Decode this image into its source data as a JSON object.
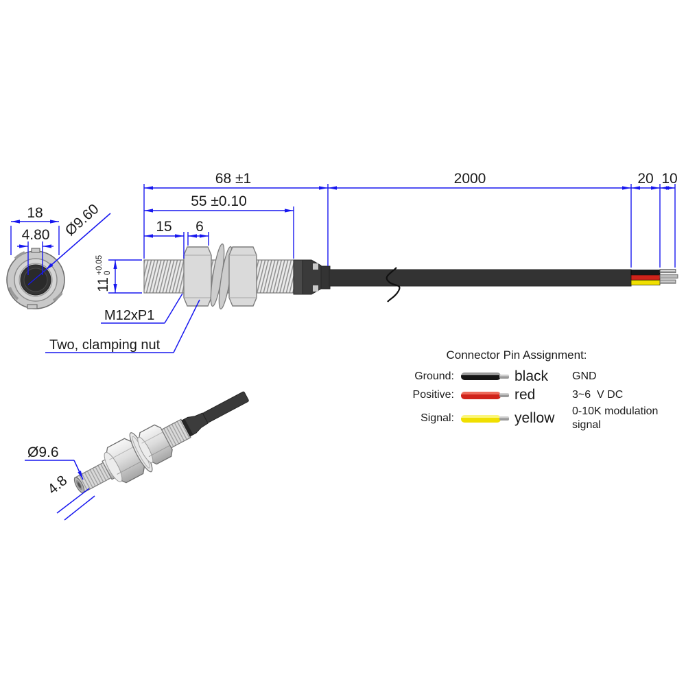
{
  "colors": {
    "dimension_blue": "#1717ef",
    "metal_gray": "#d6d6d6",
    "cable_black": "#333333",
    "wire_black": "#1a1a1a",
    "wire_red": "#d0231a",
    "wire_yellow": "#f0df00",
    "bare_wire_gray": "#a8a8a8"
  },
  "front_view": {
    "dim_outer": "18",
    "dim_core": "4.80",
    "dim_sheath": "Ø9.60"
  },
  "side_view": {
    "dim_overall_length": "68 ±1",
    "dim_body_length": "55 ±0.10",
    "dim_tip_length": "15",
    "dim_nut_width": "6",
    "dim_barrel_diameter": "11",
    "dim_barrel_tol_plus": "+0.05",
    "dim_barrel_tol_minus": "0",
    "thread_label": "M12xP1",
    "nut_label": "Two, clamping nut"
  },
  "cable": {
    "dim_length": "2000",
    "dim_stripped": "20",
    "dim_bare": "10"
  },
  "iso_view": {
    "dim_diameter": "Ø9.6",
    "dim_core": "4.8"
  },
  "pin_assignment": {
    "title": "Connector Pin Assignment:",
    "rows": [
      {
        "label": "Ground:",
        "wire": "black",
        "wire_hex": "#1a1a1a",
        "description": "GND"
      },
      {
        "label": "Positive:",
        "wire": "red",
        "wire_hex": "#d0231a",
        "description": "3~6  V DC"
      },
      {
        "label": "Signal:",
        "wire": "yellow",
        "wire_hex": "#f0df00",
        "description": "0-10K modulation signal"
      }
    ]
  }
}
